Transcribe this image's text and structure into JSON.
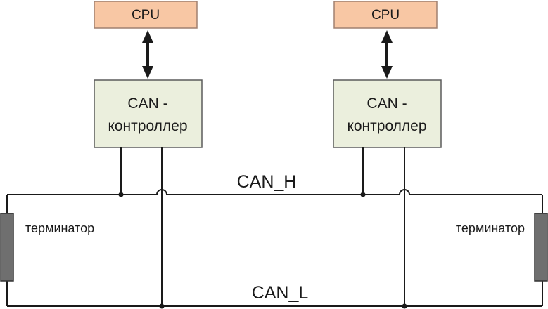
{
  "nodes": {
    "cpu_left": {
      "label": "CPU"
    },
    "cpu_right": {
      "label": "CPU"
    },
    "can_ctrl_left": {
      "line1": "CAN -",
      "line2": "контроллер"
    },
    "can_ctrl_right": {
      "line1": "CAN -",
      "line2": "контроллер"
    },
    "terminator_left": {
      "label": "терминатор"
    },
    "terminator_right": {
      "label": "терминатор"
    }
  },
  "bus": {
    "high_label": "CAN_H",
    "low_label": "CAN_L"
  },
  "colors": {
    "cpu_fill": "#f8c7a4",
    "cpu_stroke": "#a08070",
    "controller_fill": "#ebefdd",
    "controller_stroke": "#5b5b5b",
    "terminator_fill": "#6f6f6f",
    "wire": "#1a1a1a"
  }
}
